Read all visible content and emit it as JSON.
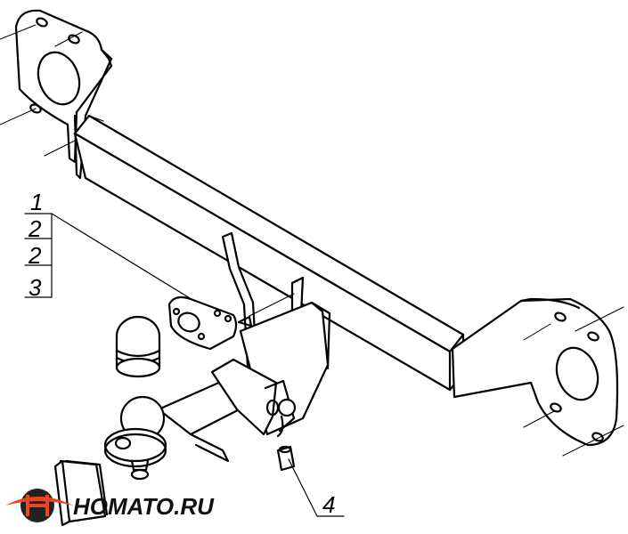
{
  "callouts": {
    "c1": "1",
    "c2a": "2",
    "c2b": "2",
    "c3": "3",
    "c4": "4"
  },
  "logo": {
    "text": "HOMATO.RU",
    "accent_color": "#e8471f"
  }
}
